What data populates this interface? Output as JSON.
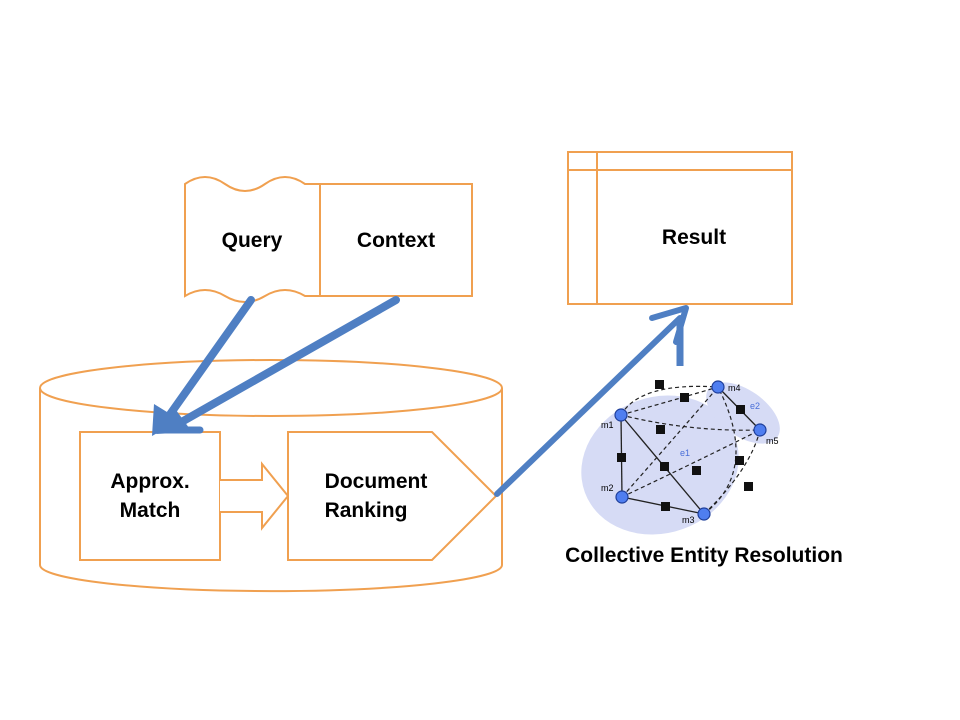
{
  "colors": {
    "box_stroke": "#f0a050",
    "arrow": "#4f7fc3",
    "graph_node": "#4f7ef0",
    "entity_region": "#d6dbf5"
  },
  "labels": {
    "query": "Query",
    "context": "Context",
    "result": "Result",
    "approx_match_line1": "Approx.",
    "approx_match_line2": "Match",
    "doc_ranking_line1": "Document",
    "doc_ranking_line2": "Ranking",
    "collective": "Collective Entity Resolution"
  },
  "graph": {
    "mentions": [
      "m1",
      "m2",
      "m3",
      "m4",
      "m5"
    ],
    "entities": [
      "e1",
      "e2"
    ]
  }
}
